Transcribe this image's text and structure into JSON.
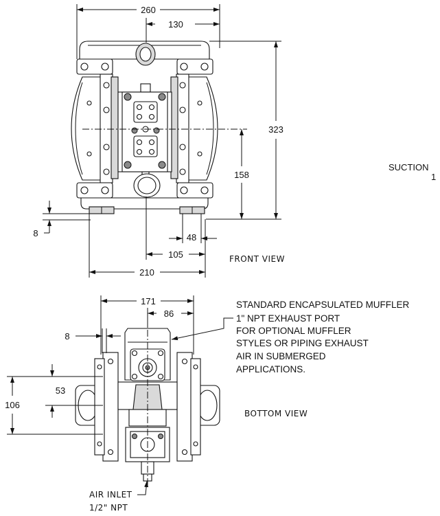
{
  "front_view": {
    "label": "FRONT VIEW",
    "dims": {
      "overall_width": "260",
      "half_width": "130",
      "height": "323",
      "suction_height": "158",
      "foot_width": "210",
      "port_spacing": "105",
      "foot_offset": "48",
      "foot_thickness": "8"
    },
    "suction_note_line1": "SUCTION",
    "suction_note_line2": "1"
  },
  "bottom_view": {
    "label": "BOTTOM VIEW",
    "dims": {
      "overall_width": "171",
      "half_width": "86",
      "foot_thickness": "8",
      "depth": "106",
      "half_depth": "53"
    },
    "muffler_note": [
      "STANDARD ENCAPSULATED MUFFLER",
      "1\" NPT EXHAUST PORT",
      "FOR OPTIONAL MUFFLER",
      "STYLES OR PIPING EXHAUST",
      "AIR IN SUBMERGED",
      "APPLICATIONS."
    ],
    "air_inlet_line1": "AIR INLET",
    "air_inlet_line2": "1/2\" NPT"
  },
  "colors": {
    "line": "#111111",
    "fill": "#ffffff",
    "shade": "#d9d9d9"
  }
}
